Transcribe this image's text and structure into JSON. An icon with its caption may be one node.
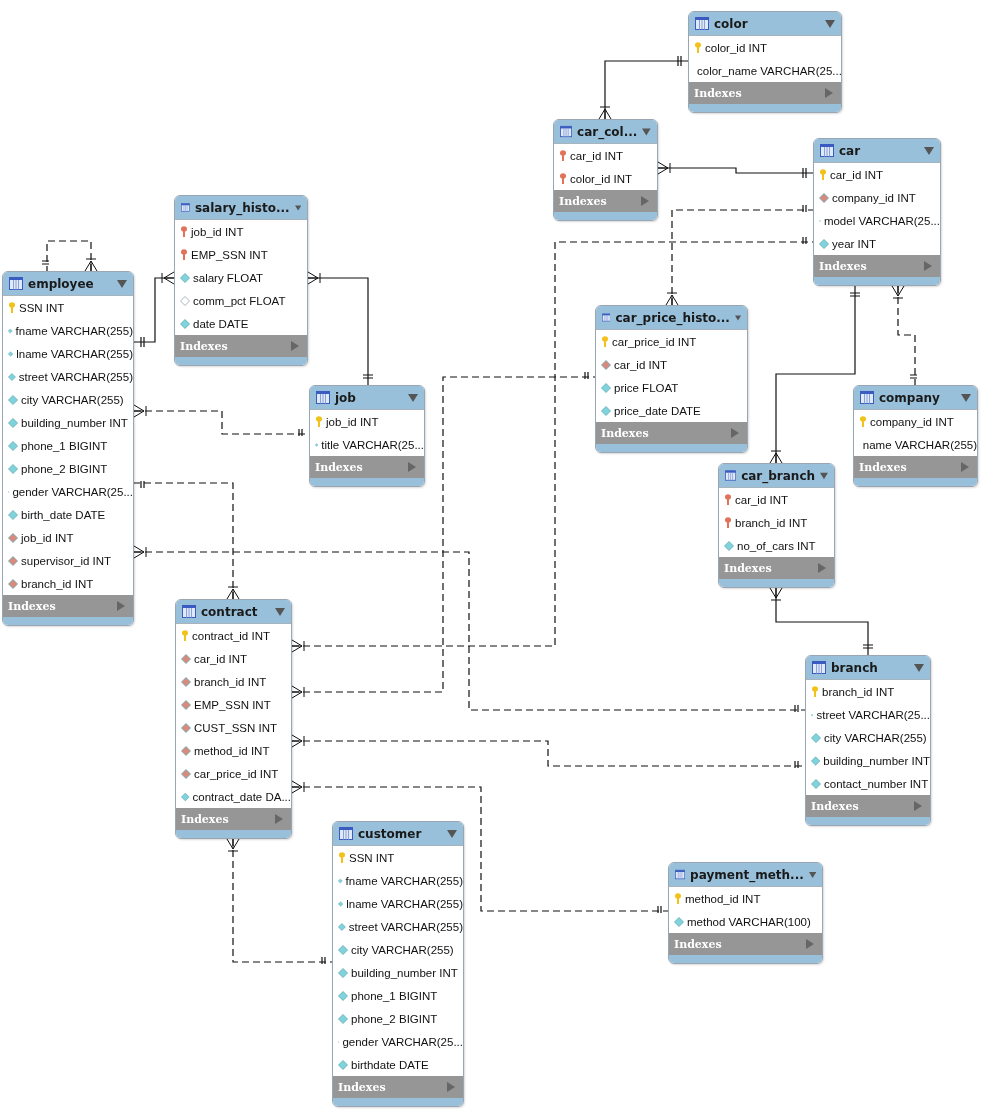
{
  "diagram": {
    "nodes": [
      {
        "text": [
          "color",
          "color_id INT",
          "color_name VARCHAR(25...",
          "Indexes"
        ]
      },
      {
        "text": [
          "car_col...",
          "car_id INT",
          "color_id INT",
          "Indexes"
        ]
      },
      {
        "text": [
          "car",
          "car_id INT",
          "company_id INT",
          "model VARCHAR(25...",
          "year INT",
          "Indexes"
        ]
      },
      {
        "text": [
          "salary_histo...",
          "job_id INT",
          "EMP_SSN INT",
          "salary FLOAT",
          "comm_pct FLOAT",
          "date DATE",
          "Indexes"
        ]
      },
      {
        "text": [
          "employee",
          "SSN INT",
          "fname VARCHAR(255)",
          "lname VARCHAR(255)",
          "street VARCHAR(255)",
          "city VARCHAR(255)",
          "building_number INT",
          "phone_1 BIGINT",
          "phone_2 BIGINT",
          "gender VARCHAR(25...",
          "birth_date DATE",
          "job_id INT",
          "supervisor_id INT",
          "branch_id INT",
          "Indexes"
        ]
      },
      {
        "text": [
          "job",
          "job_id INT",
          "title VARCHAR(25...",
          "Indexes"
        ]
      },
      {
        "text": [
          "car_price_histo...",
          "car_price_id INT",
          "car_id INT",
          "price FLOAT",
          "price_date DATE",
          "Indexes"
        ]
      },
      {
        "text": [
          "company",
          "company_id INT",
          "name VARCHAR(255)",
          "Indexes"
        ]
      },
      {
        "text": [
          "car_branch",
          "car_id INT",
          "branch_id INT",
          "no_of_cars INT",
          "Indexes"
        ]
      },
      {
        "text": [
          "contract",
          "contract_id INT",
          "car_id INT",
          "branch_id INT",
          "EMP_SSN INT",
          "CUST_SSN INT",
          "method_id INT",
          "car_price_id INT",
          "contract_date DA...",
          "Indexes"
        ]
      },
      {
        "text": [
          "branch",
          "branch_id INT",
          "street VARCHAR(25...",
          "city VARCHAR(255)",
          "building_number INT",
          "contact_number INT",
          "Indexes"
        ]
      },
      {
        "text": [
          "customer",
          "SSN INT",
          "fname VARCHAR(255)",
          "lname VARCHAR(255)",
          "street VARCHAR(255)",
          "city VARCHAR(255)",
          "building_number INT",
          "phone_1 BIGINT",
          "phone_2 BIGINT",
          "gender VARCHAR(25...",
          "birthdate DATE",
          "Indexes"
        ]
      },
      {
        "text": [
          "payment_meth...",
          "method_id INT",
          "method VARCHAR(100)",
          "Indexes"
        ]
      }
    ],
    "edges": [
      {
        "from": 1,
        "to": 0,
        "arrow": "other"
      },
      {
        "from": 1,
        "to": 2,
        "arrow": "other"
      },
      {
        "from": 6,
        "to": 2,
        "arrow": "other",
        "style": "dashed"
      },
      {
        "from": 9,
        "to": 2,
        "arrow": "other",
        "style": "dashed"
      },
      {
        "from": 2,
        "to": 7,
        "arrow": "other",
        "style": "dashed"
      },
      {
        "from": 8,
        "to": 2,
        "arrow": "other"
      },
      {
        "from": 8,
        "to": 10,
        "arrow": "other"
      },
      {
        "from": 4,
        "to": 4,
        "arrow": "other",
        "style": "dashed"
      },
      {
        "from": 3,
        "to": 4,
        "arrow": "other"
      },
      {
        "from": 3,
        "to": 5,
        "arrow": "other"
      },
      {
        "from": 4,
        "to": 5,
        "arrow": "other",
        "style": "dashed"
      },
      {
        "from": 9,
        "to": 4,
        "arrow": "other",
        "style": "dashed"
      },
      {
        "from": 4,
        "to": 10,
        "arrow": "other",
        "style": "dashed"
      },
      {
        "from": 9,
        "to": 6,
        "arrow": "other",
        "style": "dashed"
      },
      {
        "from": 9,
        "to": 10,
        "arrow": "other",
        "style": "dashed"
      },
      {
        "from": 9,
        "to": 12,
        "arrow": "other",
        "style": "dashed"
      },
      {
        "from": 9,
        "to": 11,
        "arrow": "other",
        "style": "dashed"
      }
    ]
  }
}
